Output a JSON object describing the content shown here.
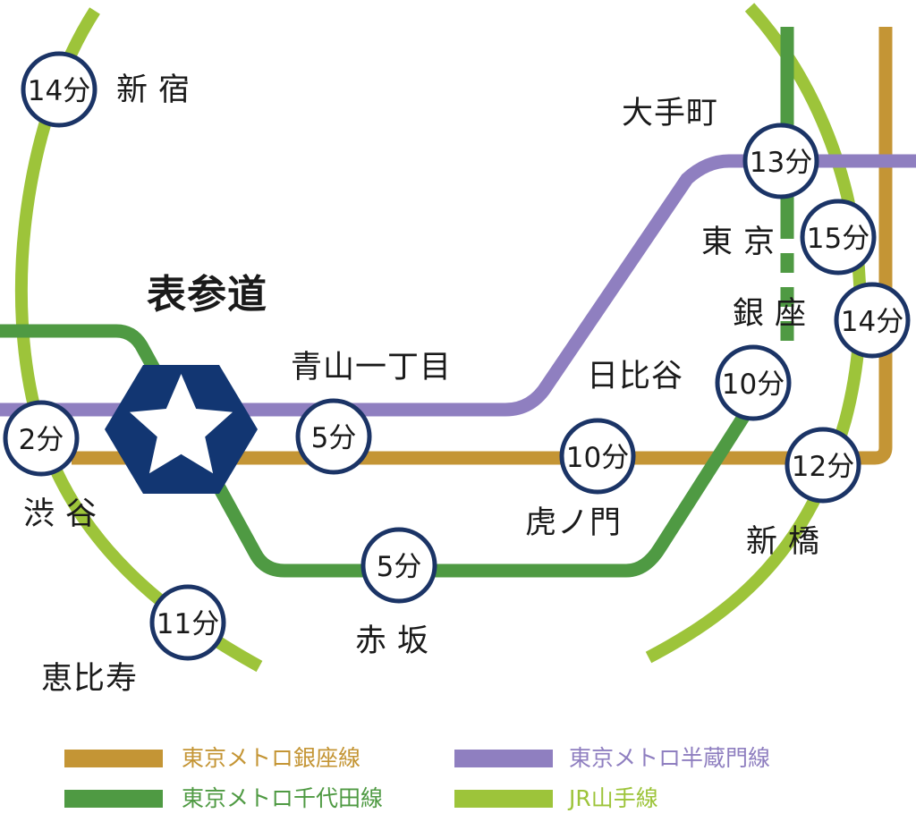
{
  "origin_station": {
    "name": "表参道"
  },
  "lines": {
    "ginza": {
      "name": "東京メトロ銀座線",
      "color": "#c49535"
    },
    "hanzomon": {
      "name": "東京メトロ半蔵門線",
      "color": "#8f7fc0"
    },
    "chiyoda": {
      "name": "東京メトロ千代田線",
      "color": "#4f9a43"
    },
    "yamanote": {
      "name": "JR山手線",
      "color": "#9dc43a"
    }
  },
  "stations": {
    "shinjuku": {
      "name": "新宿",
      "time": "14分"
    },
    "shibuya": {
      "name": "渋谷",
      "time": "2分"
    },
    "ebisu": {
      "name": "恵比寿",
      "time": "11分"
    },
    "aoyama_itchome": {
      "name": "青山一丁目",
      "time": "5分"
    },
    "akasaka": {
      "name": "赤坂",
      "time": "5分"
    },
    "toranomon": {
      "name": "虎ノ門",
      "time": "10分"
    },
    "hibiya": {
      "name": "日比谷",
      "time": "10分"
    },
    "otemachi": {
      "name": "大手町",
      "time": "13分"
    },
    "tokyo": {
      "name": "東京",
      "time": "15分"
    },
    "ginza": {
      "name": "銀座",
      "time": "14分"
    },
    "shimbashi": {
      "name": "新橋",
      "time": "12分"
    }
  },
  "colors": {
    "marker_navy": "#123672",
    "circle_border": "#1b3466"
  }
}
